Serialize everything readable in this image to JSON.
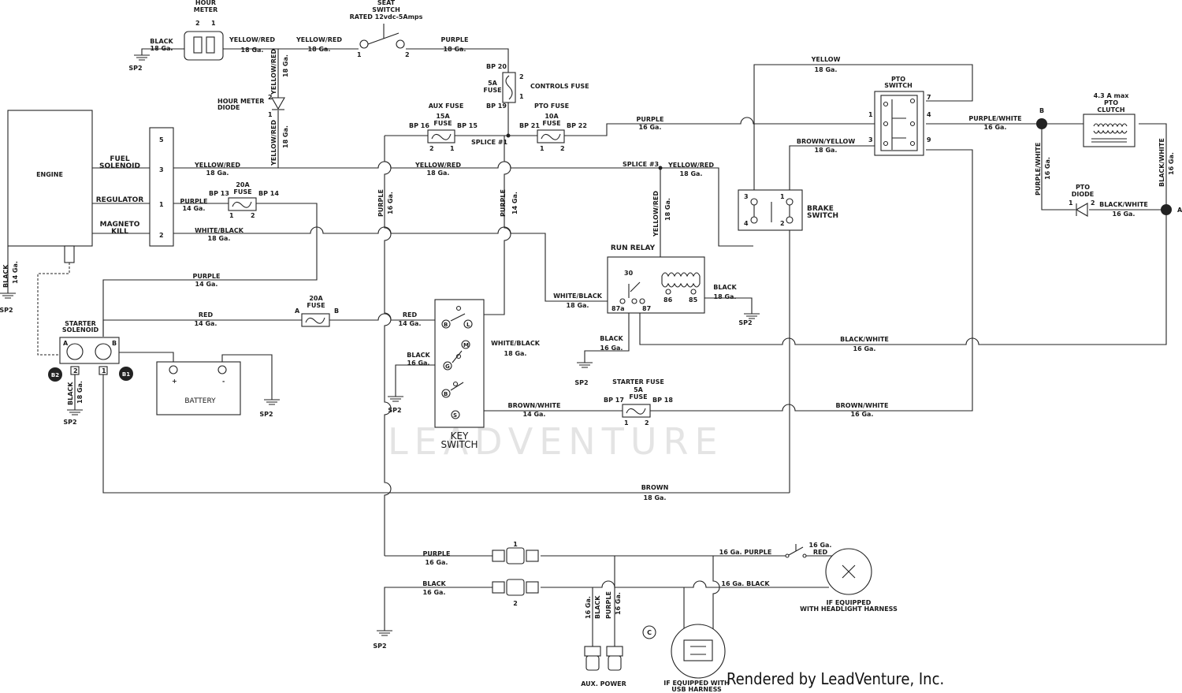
{
  "watermark": "LEADVENTURE",
  "credit": "Rendered by LeadVenture, Inc.",
  "components": {
    "hour_meter": [
      "HOUR",
      "METER"
    ],
    "hour_meter_pins": [
      "2",
      "1"
    ],
    "seat_switch": [
      "SEAT",
      "SWITCH",
      "RATED 12vdc-5Amps"
    ],
    "seat_pins": [
      "1",
      "2"
    ],
    "hour_meter_diode": [
      "HOUR METER",
      "DIODE"
    ],
    "engine": "ENGINE",
    "fuel_solenoid": [
      "FUEL",
      "SOLENOID"
    ],
    "regulator": "REGULATOR",
    "magneto_kill": [
      "MAGNETO",
      "KILL"
    ],
    "engine_pins": [
      "5",
      "3",
      "1",
      "2"
    ],
    "starter_solenoid": [
      "STARTER",
      "SOLENOID"
    ],
    "battery": "BATTERY",
    "key_switch": [
      "KEY",
      "SWITCH"
    ],
    "key_letters": [
      "B",
      "L",
      "M",
      "G",
      "B",
      "S"
    ],
    "run_relay": "RUN RELAY",
    "relay_pins": [
      "30",
      "87a",
      "87",
      "86",
      "85"
    ],
    "brake_switch": [
      "BRAKE",
      "SWITCH"
    ],
    "brake_pins": [
      "3",
      "1",
      "4",
      "2"
    ],
    "pto_switch": [
      "PTO",
      "SWITCH"
    ],
    "pto_pins": [
      "7",
      "1",
      "4",
      "3",
      "9"
    ],
    "pto_clutch": [
      "4.3 A max",
      "PTO",
      "CLUTCH"
    ],
    "pto_diode": [
      "PTO",
      "DIODE"
    ],
    "aux_power": "AUX. POWER",
    "usb": [
      "IF EQUIPPED WITH",
      "USB HARNESS"
    ],
    "headlight": [
      "IF EQUIPPED",
      "WITH HEADLIGHT HARNESS"
    ],
    "circle_c": "C",
    "b2": "B2",
    "b1": "B1",
    "node_a": "A",
    "node_b": "B",
    "ground": "SP2",
    "plus": "+",
    "minus": "-"
  },
  "fuses": {
    "aux": [
      "AUX FUSE",
      "15A",
      "FUSE",
      "BP 16",
      "BP 15"
    ],
    "pto": [
      "PTO FUSE",
      "10A",
      "FUSE",
      "BP 21",
      "BP 22"
    ],
    "controls": [
      "CONTROLS FUSE",
      "5A",
      "FUSE",
      "BP 20",
      "BP 19"
    ],
    "f20a_top": [
      "20A",
      "FUSE",
      "BP 13",
      "BP 14"
    ],
    "f20a_mid": [
      "20A",
      "FUSE",
      "A",
      "B"
    ],
    "starter": [
      "STARTER FUSE",
      "5A",
      "FUSE",
      "BP 17",
      "BP 18"
    ]
  },
  "splices": [
    "SPLICE #1",
    "SPLICE #3"
  ],
  "wires": {
    "black": "BLACK",
    "yellow_red": "YELLOW/RED",
    "purple": "PURPLE",
    "yellow": "YELLOW",
    "purple_white": "PURPLE/WHITE",
    "brown_yellow": "BROWN/YELLOW",
    "white_black": "WHITE/BLACK",
    "black_white": "BLACK/WHITE",
    "red": "RED",
    "brown_white": "BROWN/WHITE",
    "brown": "BROWN",
    "purple16": "16 Ga. PURPLE",
    "black16": "16 Ga. BLACK",
    "red16": "RED",
    "ga14": "14 Ga.",
    "ga16": "16 Ga.",
    "ga18": "18 Ga."
  },
  "connector_numbers": [
    "1",
    "2"
  ]
}
